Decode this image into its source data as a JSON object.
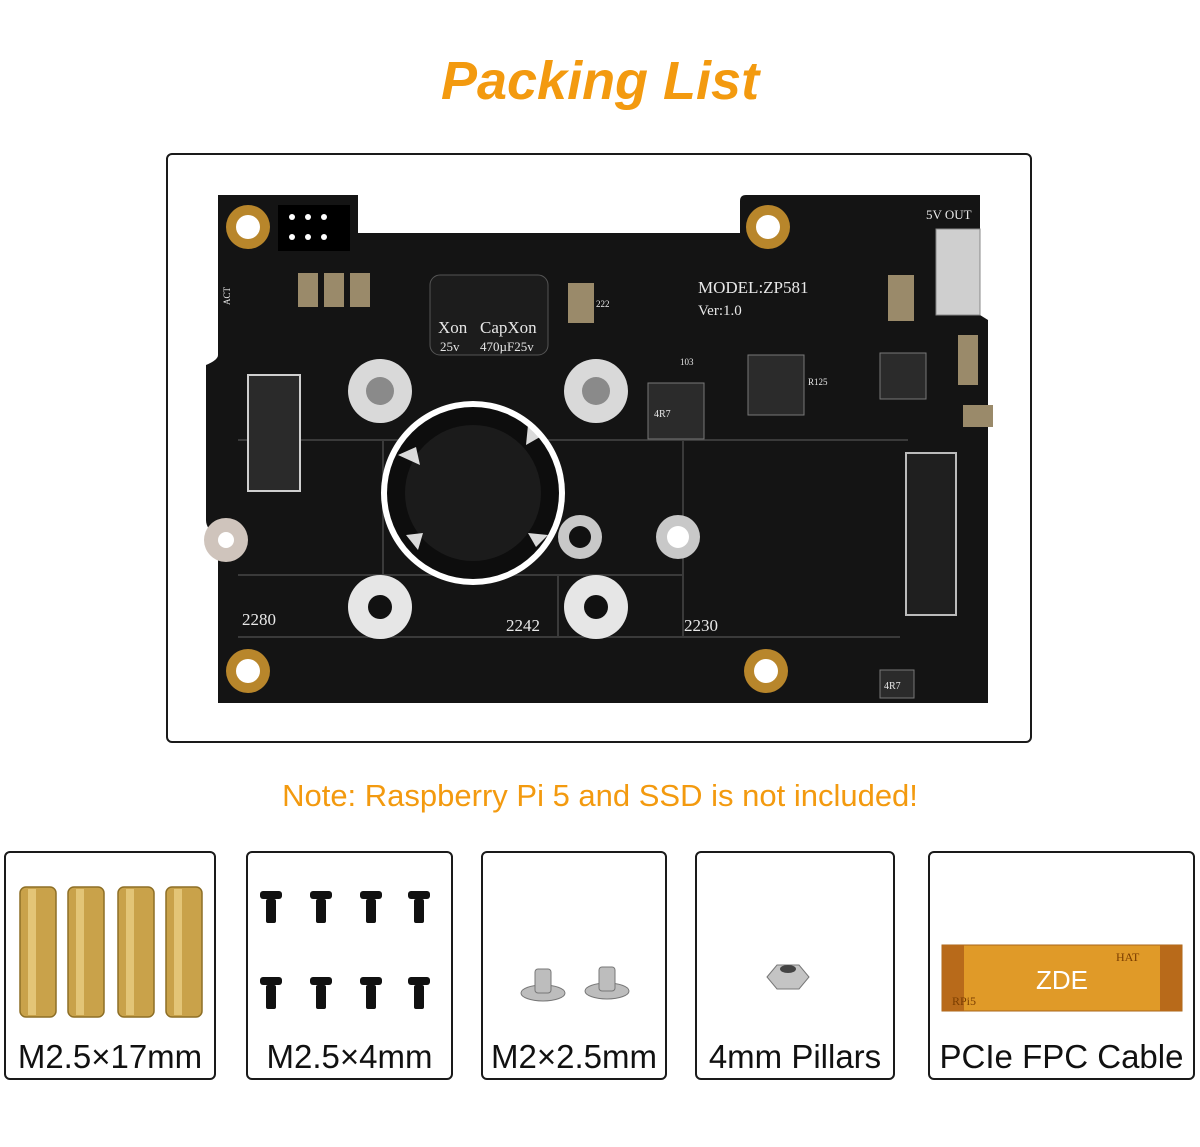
{
  "title": "Packing List",
  "board": {
    "model": "MODEL:ZP581",
    "version": "Ver:1.0",
    "out_label": "5V OUT",
    "act_label": "ACT",
    "cap_brand_1": "Xon",
    "cap_brand_2": "CapXon",
    "cap_spec_1": "25v",
    "cap_spec_2": "470µF25v",
    "size_2280": "2280",
    "size_2242": "2242",
    "size_2230": "2230",
    "ic_103": "103",
    "ic_r125": "R125",
    "inductor_1": "4R7",
    "inductor_2": "4R7",
    "cap_222": "222"
  },
  "note": "Note: Raspberry Pi 5 and SSD is not included!",
  "items": [
    {
      "label": "M2.5×17mm"
    },
    {
      "label": "M2.5×4mm"
    },
    {
      "label": "M2×2.5mm"
    },
    {
      "label": "4mm Pillars"
    },
    {
      "label": "PCIe FPC Cable",
      "cable_brand": "ZDE",
      "cable_end_a": "HAT",
      "cable_end_b": "RPi5"
    }
  ],
  "colors": {
    "accent": "#f39a0f",
    "pcb": "#141414",
    "brass": "#c9a24a",
    "gold_pad": "#b8862b"
  }
}
